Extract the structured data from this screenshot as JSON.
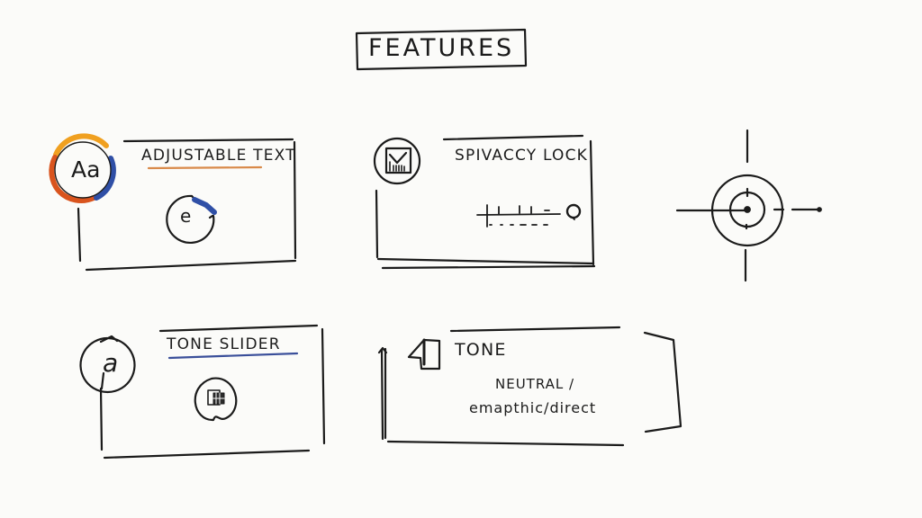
{
  "page": {
    "title": "FEATURES",
    "background": "#fbfbf9",
    "ink_color": "#1b1b1b"
  },
  "cards": [
    {
      "id": "adjustable-text",
      "title": "ADJUSTABLE TEXT",
      "icon": "text-size-icon",
      "icon_glyph": "Aa",
      "icon_ring_colors": [
        "#f0a020",
        "#d9541e",
        "#2f4fa6"
      ],
      "underline_color": "#d98a4a",
      "content_icon": "refresh-spiral-icon",
      "content_glyph": "e"
    },
    {
      "id": "privacy-lock",
      "title": "SPIVACCY LOCK",
      "icon": "mail-chart-icon",
      "content_icon": "slider-with-knob-icon"
    },
    {
      "id": "tone-slider",
      "title": "TONE SLIDER",
      "icon": "at-sign-icon",
      "icon_glyph": "a",
      "underline_color": "#3a4f9a",
      "content_icon": "app-grid-icon"
    },
    {
      "id": "tone",
      "title": "TONE",
      "icon": "upload-arrow-icon",
      "body_lines": [
        "NEUTRAL /",
        "emapthic/direct"
      ]
    }
  ],
  "target": {
    "icon": "crosshair-target-icon"
  }
}
